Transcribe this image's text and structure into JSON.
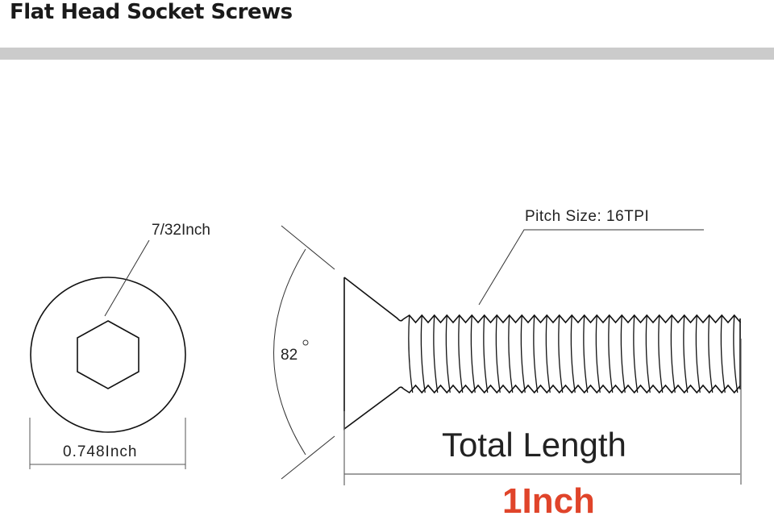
{
  "title": "Flat Head Socket Screws",
  "labels": {
    "hex_size": "7/32Inch",
    "head_diameter": "0.748Inch",
    "angle": "82",
    "angle_unit": "°",
    "pitch": "Pitch Size: 16TPI",
    "total_length": "Total Length",
    "length_value": "1Inch"
  },
  "colors": {
    "accent": "#e0442a",
    "bar": "#cbcbcb"
  }
}
